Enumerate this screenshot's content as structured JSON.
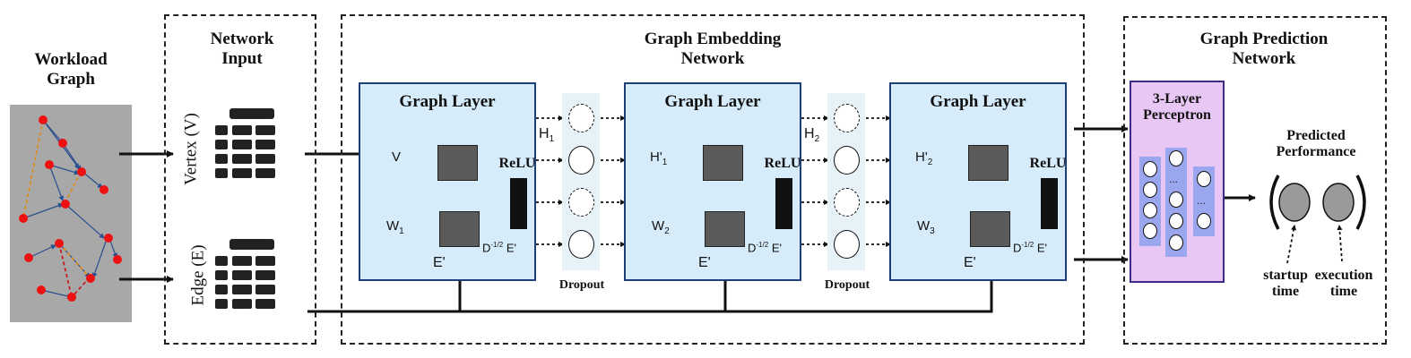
{
  "workload_graph": {
    "title_line1": "Workload",
    "title_line2": "Graph"
  },
  "network_input": {
    "title_line1": "Network",
    "title_line2": "Input",
    "vertex_label": "Vertex (V)",
    "edge_label": "Edge (E)"
  },
  "graph_embedding": {
    "title_line1": "Graph Embedding",
    "title_line2": "Network",
    "layers": [
      {
        "title": "Graph Layer",
        "top_input": "V",
        "bottom_input": "W",
        "bottom_sub": "1",
        "relu": "ReLU",
        "edge": "E'",
        "norm_base": "D",
        "norm_exp": "-1/2",
        "norm_tail": "E'"
      },
      {
        "title": "Graph Layer",
        "top_input": "H'",
        "top_sub": "1",
        "bottom_input": "W",
        "bottom_sub": "2",
        "relu": "ReLU",
        "edge": "E'",
        "norm_base": "D",
        "norm_exp": "-1/2",
        "norm_tail": "E'"
      },
      {
        "title": "Graph Layer",
        "top_input": "H'",
        "top_sub": "2",
        "bottom_input": "W",
        "bottom_sub": "3",
        "relu": "ReLU",
        "edge": "E'",
        "norm_base": "D",
        "norm_exp": "-1/2",
        "norm_tail": "E'"
      }
    ],
    "hidden_labels": [
      {
        "base": "H",
        "sub": "1"
      },
      {
        "base": "H",
        "sub": "2"
      }
    ],
    "dropout_label": "Dropout"
  },
  "graph_prediction": {
    "title_line1": "Graph Prediction",
    "title_line2": "Network",
    "perceptron_line1": "3-Layer",
    "perceptron_line2": "Perceptron",
    "dots": "...",
    "predicted_line1": "Predicted",
    "predicted_line2": "Performance",
    "output1_line1": "startup",
    "output1_line2": "time",
    "output2_line1": "execution",
    "output2_line2": "time"
  },
  "colors": {
    "layer_fill": "#d6ecfb",
    "layer_border": "#1e3f7a",
    "perceptron_fill": "#e8c7f5",
    "perceptron_border": "#3a2b86",
    "triangle": "#f06b6b",
    "weight_bar": "#2d67b0",
    "graph_node": "#ee1111",
    "graph_edge": "#2a4f8f",
    "graph_edge_alt": "#e08a10",
    "graph_bg": "#a8a8a8"
  }
}
